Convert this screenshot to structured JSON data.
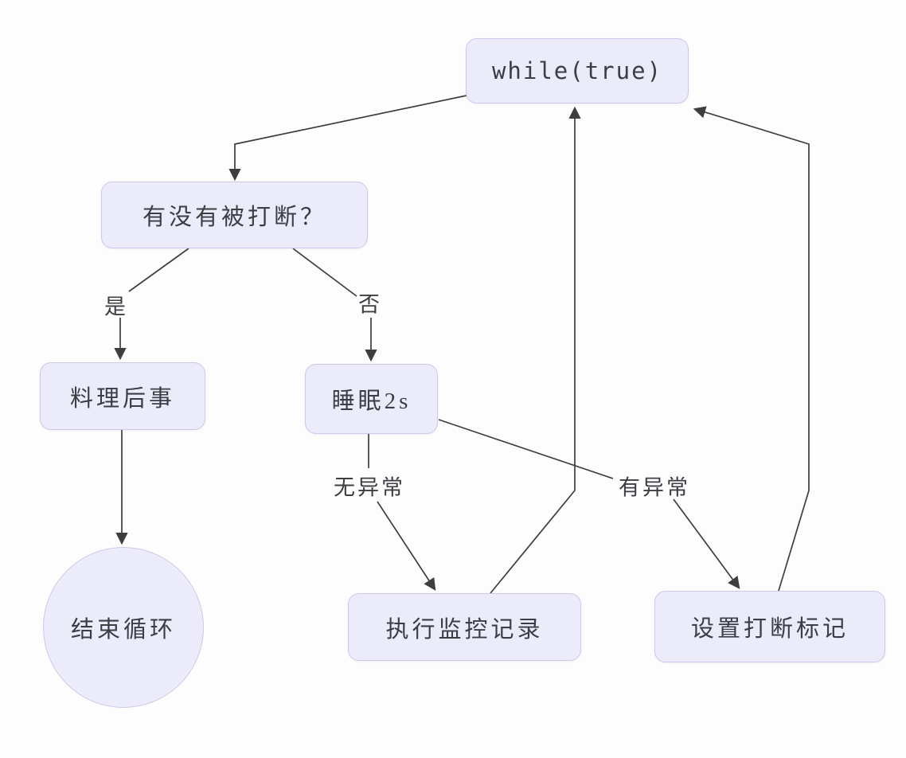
{
  "diagram": {
    "type": "flowchart",
    "colors": {
      "background": "#fdfdfd",
      "node_fill": "#ebebfa",
      "node_border": "#cdc8ea",
      "edge_color": "#3e3e3e",
      "text_color": "#3d3d44"
    },
    "nodes": {
      "while_loop": {
        "label": "while(true)",
        "shape": "rounded-rect"
      },
      "interrupted_question": {
        "label": "有没有被打断？",
        "shape": "rounded-rect"
      },
      "cleanup": {
        "label": "料理后事",
        "shape": "rounded-rect"
      },
      "sleep": {
        "label": "睡眠2s",
        "shape": "rounded-rect"
      },
      "end_loop": {
        "label": "结束循环",
        "shape": "circle"
      },
      "monitor_record": {
        "label": "执行监控记录",
        "shape": "rounded-rect"
      },
      "set_interrupt_flag": {
        "label": "设置打断标记",
        "shape": "rounded-rect"
      }
    },
    "edge_labels": {
      "yes": "是",
      "no": "否",
      "no_exception": "无异常",
      "has_exception": "有异常"
    },
    "edges": [
      {
        "from": "while_loop",
        "to": "interrupted_question",
        "label": ""
      },
      {
        "from": "interrupted_question",
        "to": "cleanup",
        "label": "是"
      },
      {
        "from": "interrupted_question",
        "to": "sleep",
        "label": "否"
      },
      {
        "from": "cleanup",
        "to": "end_loop",
        "label": ""
      },
      {
        "from": "sleep",
        "to": "monitor_record",
        "label": "无异常"
      },
      {
        "from": "sleep",
        "to": "set_interrupt_flag",
        "label": "有异常"
      },
      {
        "from": "monitor_record",
        "to": "while_loop",
        "label": ""
      },
      {
        "from": "set_interrupt_flag",
        "to": "while_loop",
        "label": ""
      }
    ]
  }
}
